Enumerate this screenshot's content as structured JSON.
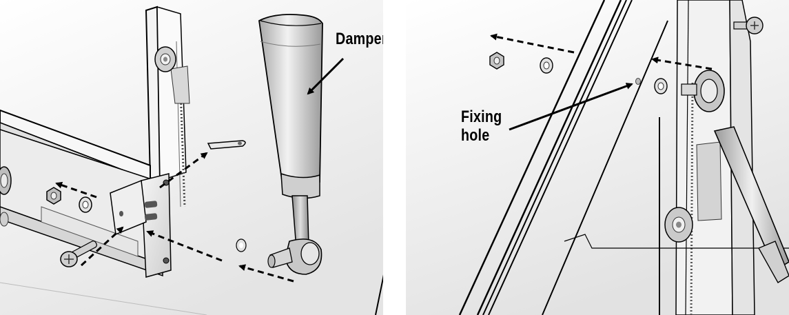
{
  "callouts": {
    "damper": "Damper",
    "fixing_hole_line1": "Fixing",
    "fixing_hole_line2": "hole"
  },
  "colors": {
    "ink": "#000000",
    "metal_dark": "#9a9a9a",
    "metal_mid": "#c8c8c8",
    "metal_light": "#e6e6e6",
    "background": "#ffffff"
  }
}
